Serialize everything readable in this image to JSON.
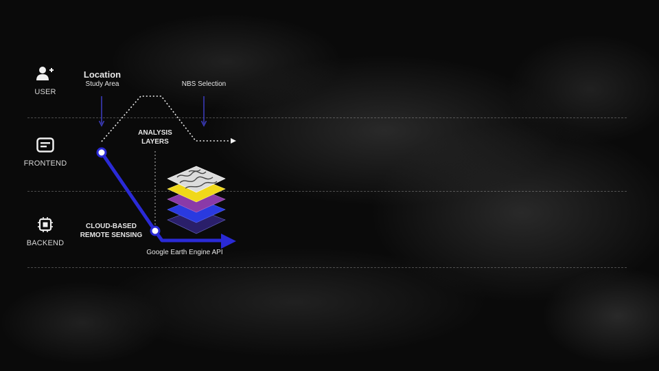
{
  "lanes": {
    "user": {
      "label": "USER",
      "icon": "add-user-icon"
    },
    "frontend": {
      "label": "FRONTEND",
      "icon": "browser-window-icon"
    },
    "backend": {
      "label": "BACKEND",
      "icon": "cpu-chip-icon"
    }
  },
  "steps": {
    "location": {
      "title": "Location",
      "subtitle": "Study Area"
    },
    "nbs_selection": {
      "label": "NBS Selection"
    },
    "analysis_layers": {
      "line1": "ANALYSIS",
      "line2": "LAYERS"
    },
    "cloud_sensing": {
      "line1": "CLOUD-BASED",
      "line2": "REMOTE SENSING"
    },
    "api": {
      "label": "Google Earth Engine API"
    }
  },
  "colors": {
    "flow_blue": "#2a2ad6",
    "arrow_down": "#3a3ab8",
    "layer_yellow": "#f0d81a",
    "layer_purple": "#8a3aa8",
    "layer_blue": "#2a3ae0",
    "layer_navy": "#2a1f6a"
  }
}
